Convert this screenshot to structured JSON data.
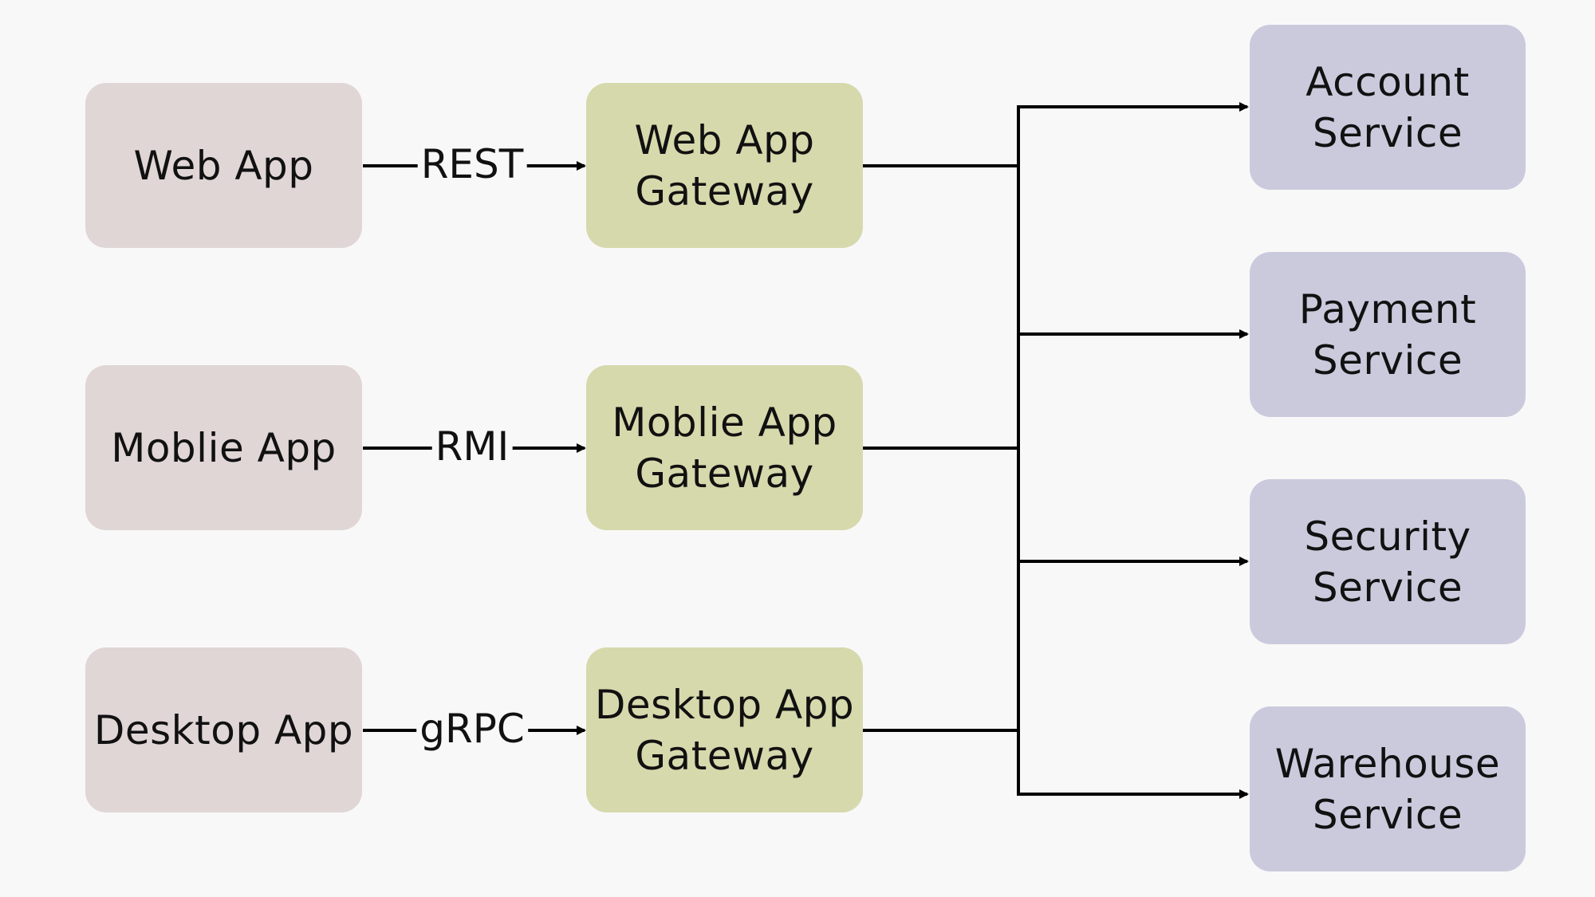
{
  "diagram": {
    "clients": [
      {
        "label": "Web App"
      },
      {
        "label": "Moblie App"
      },
      {
        "label": "Desktop App"
      }
    ],
    "protocols": [
      "REST",
      "RMI",
      "gRPC"
    ],
    "gateways": [
      {
        "label": "Web App\nGateway"
      },
      {
        "label": "Moblie App\nGateway"
      },
      {
        "label": "Desktop App\nGateway"
      }
    ],
    "services": [
      {
        "label": "Account\nService"
      },
      {
        "label": "Payment\nService"
      },
      {
        "label": "Security\nService"
      },
      {
        "label": "Warehouse\nService"
      }
    ],
    "colors": {
      "client_fill": "#e0d6d6",
      "gateway_fill": "#d6d9ac",
      "service_fill": "#cbcadd",
      "line": "#000000"
    }
  }
}
